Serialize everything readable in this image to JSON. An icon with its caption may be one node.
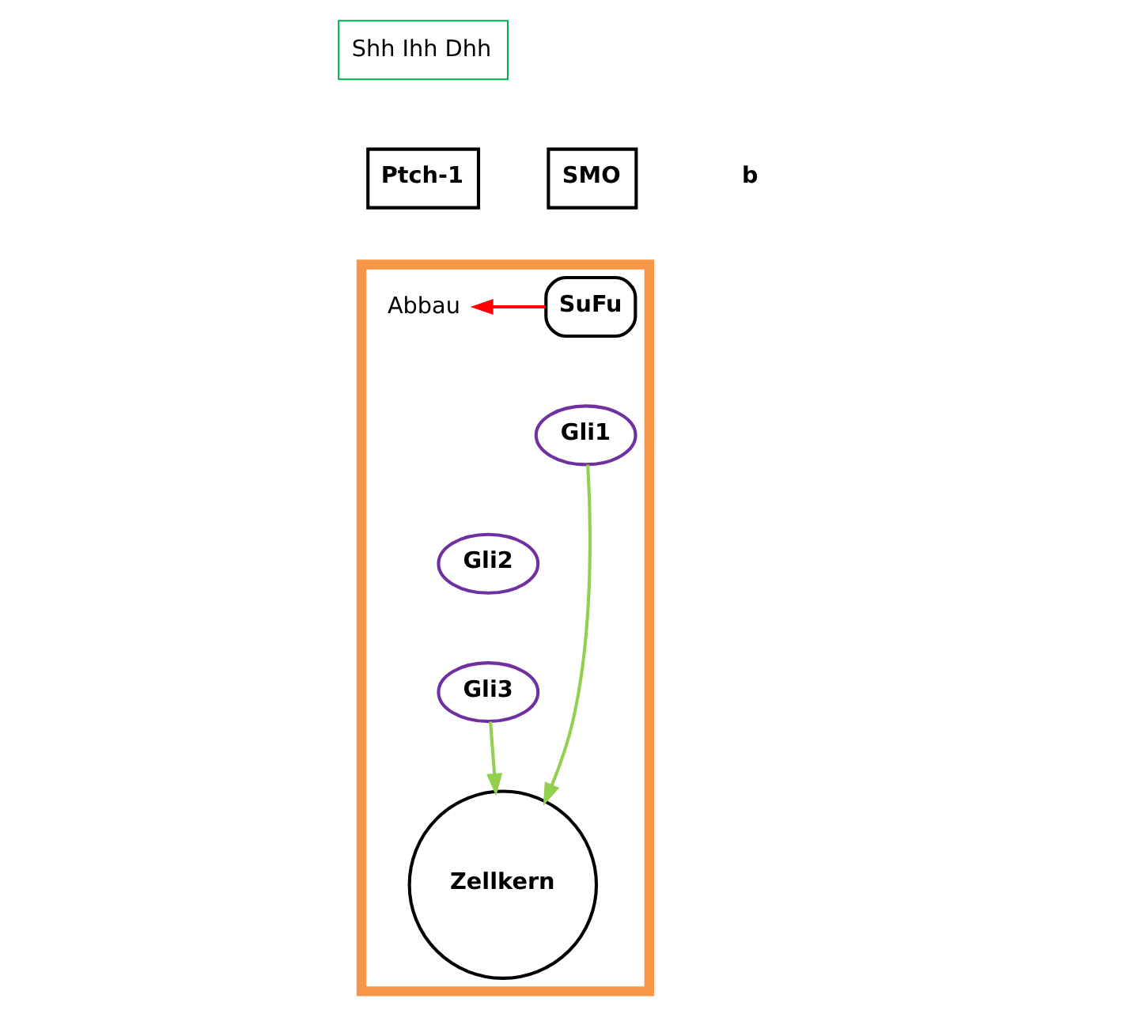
{
  "diagram": {
    "nodes": [
      {
        "text": [
          "Shh Ihh Dhh"
        ]
      },
      {
        "text": [
          "Ptch-1"
        ]
      },
      {
        "text": [
          "SMO"
        ]
      },
      {
        "text": [],
        "shape": "box"
      },
      {
        "text": [
          "Abbau"
        ],
        "in": 3
      },
      {
        "text": [
          "SuFu"
        ],
        "in": 3
      },
      {
        "text": [
          "Gli1"
        ],
        "in": 3
      },
      {
        "text": [
          "Gli2"
        ],
        "in": 3
      },
      {
        "text": [
          "Gli3"
        ],
        "in": 3
      },
      {
        "text": [
          "Zellkern"
        ],
        "in": 3
      }
    ],
    "edges": [
      {
        "from": 5,
        "to": 4,
        "arrow": "to",
        "color": "#ff0000"
      },
      {
        "from": 6,
        "to": 9,
        "arrow": "to",
        "color": "#92d050"
      },
      {
        "from": 8,
        "to": 9,
        "arrow": "to",
        "color": "#92d050"
      }
    ],
    "labels": [
      "b"
    ]
  }
}
